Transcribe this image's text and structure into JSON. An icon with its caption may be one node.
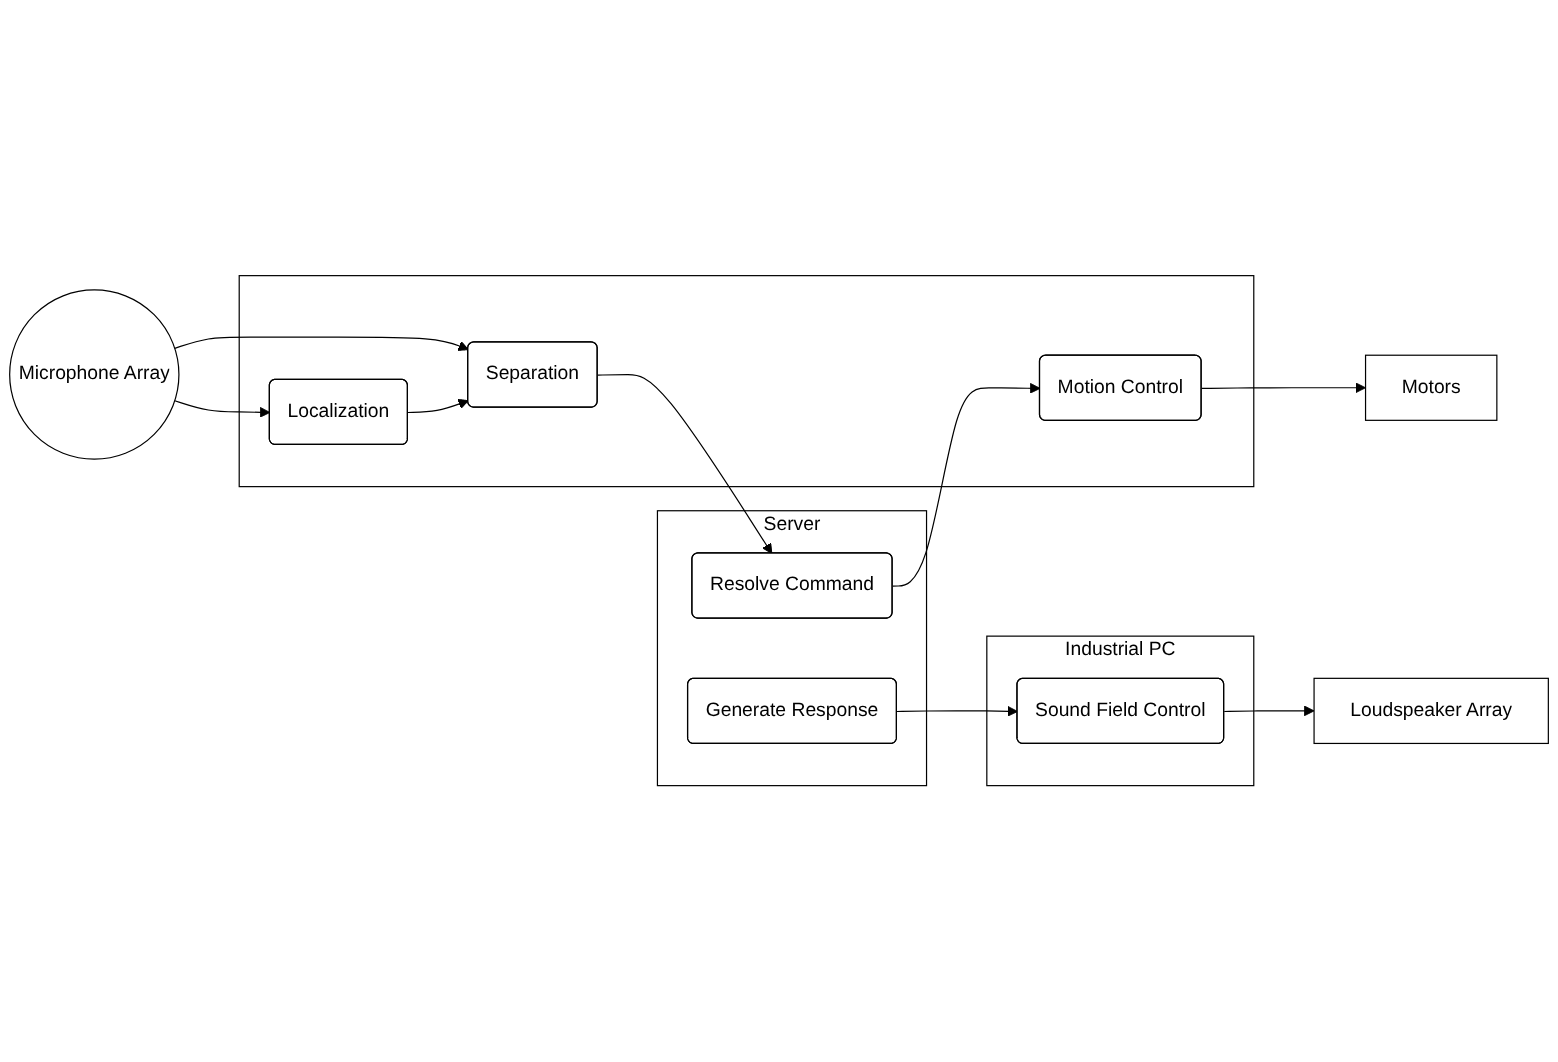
{
  "diagram": {
    "nodes": [
      {
        "text": [
          "Server"
        ]
      },
      {
        "text": [
          "Generate Response"
        ],
        "in": 0
      },
      {
        "text": [
          "Resolve Command"
        ],
        "in": 0
      },
      {
        "text": [
          "Industrial PC"
        ]
      },
      {
        "text": [
          "Sound Field Control"
        ],
        "in": 3
      },
      {
        "text": [
          "Loudspeaker Array"
        ]
      },
      {
        "text": [],
        "shape": "box"
      },
      {
        "text": [
          "Separation"
        ],
        "in": 6
      },
      {
        "text": [
          "Motion Control"
        ],
        "in": 6
      },
      {
        "text": [
          "Localization"
        ],
        "in": 6
      },
      {
        "text": [
          "Motors"
        ]
      },
      {
        "text": [
          "Microphone Array"
        ]
      }
    ],
    "edges": [
      {
        "from": 1,
        "to": 4,
        "arrow": "to"
      },
      {
        "from": 4,
        "to": 5,
        "arrow": "to"
      },
      {
        "from": 7,
        "to": 2,
        "arrow": "to"
      },
      {
        "from": 2,
        "to": 8,
        "arrow": "to"
      },
      {
        "from": 11,
        "to": 7,
        "arrow": "to"
      },
      {
        "from": 11,
        "to": 9,
        "arrow": "to"
      },
      {
        "from": 9,
        "to": 7,
        "arrow": "to"
      },
      {
        "from": 8,
        "to": 10,
        "arrow": "to"
      }
    ]
  }
}
